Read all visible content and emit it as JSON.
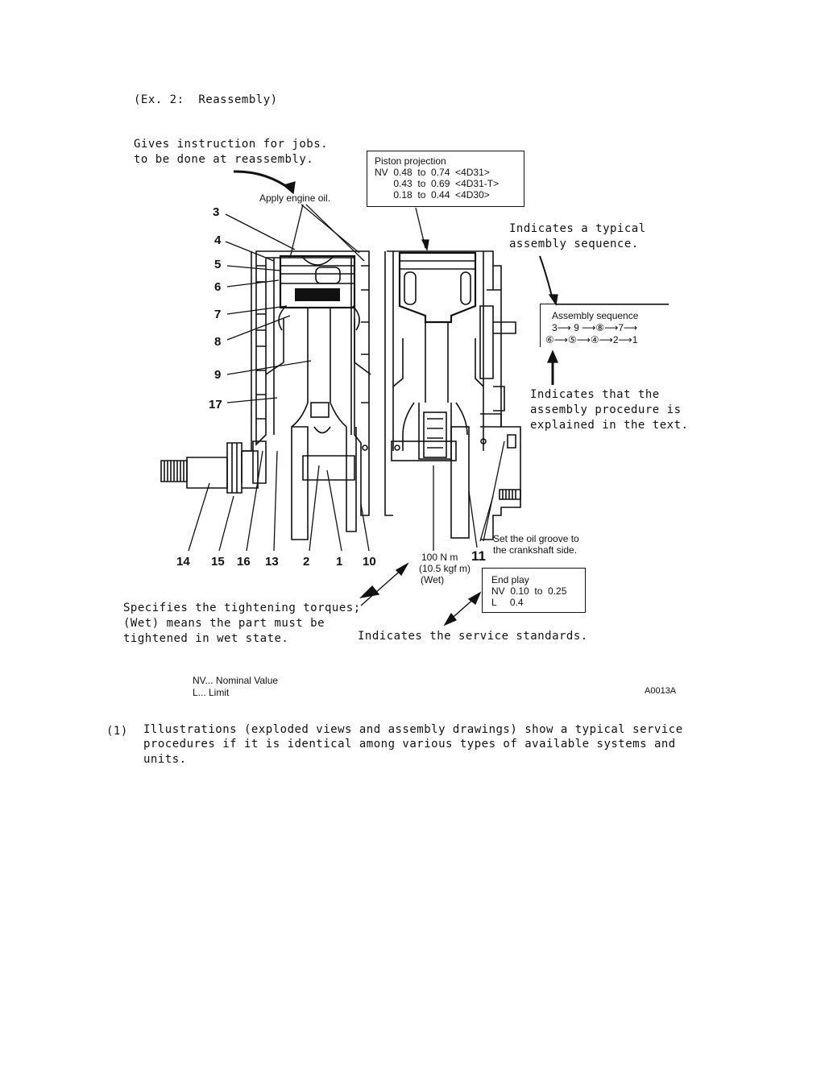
{
  "header": {
    "example_title": "(Ex. 2:  Reassembly)"
  },
  "annotations": {
    "instruction_line1": "Gives instruction for jobs.",
    "instruction_line2": "to be done at reassembly.",
    "apply_oil": "Apply engine oil.",
    "typical_line1": "Indicates a typical",
    "typical_line2": "assembly sequence.",
    "explained_line1": "Indicates that the",
    "explained_line2": "assembly procedure is",
    "explained_line3": "explained in the text.",
    "oil_groove_line1": "Set the oil groove to",
    "oil_groove_line2": "the crankshaft side.",
    "torque_value": "100 N m",
    "torque_kgf": "(10.5 kgf m)",
    "torque_wet": "(Wet)",
    "torque_line1": "Specifies the tightening torques;",
    "torque_line2": "(Wet) means the part must be",
    "torque_line3": "tightened in wet state.",
    "service_standards": "Indicates the service standards."
  },
  "piston_projection": {
    "title": "Piston projection",
    "row1": "NV  0.48  to  0.74  <4D31>",
    "row2": "       0.43  to  0.69  <4D31-T>",
    "row3": "       0.18  to  0.44  <4D30>"
  },
  "assembly_sequence": {
    "title": "Assembly sequence",
    "row1": "3⟶ 9 ⟶⑧⟶7⟶",
    "row2": "⑥⟶⑤⟶④⟶2⟶1"
  },
  "end_play": {
    "title": "End play",
    "nv": "NV  0.10  to  0.25",
    "limit": "L     0.4"
  },
  "part_numbers_left": [
    "3",
    "4",
    "5",
    "6",
    "7",
    "8",
    "9",
    "17"
  ],
  "part_numbers_bottom": [
    "14",
    "15",
    "16",
    "13",
    "2",
    "1",
    "10"
  ],
  "part_number_11": "11",
  "legend": {
    "nv": "NV... Nominal Value",
    "limit": "L... Limit"
  },
  "figure_code": "A0013A",
  "footnote": {
    "number": "(1)",
    "line1": "Illustrations (exploded views and assembly drawings) show a typical service",
    "line2": "procedures if it is identical among various types of available systems and",
    "line3": "units."
  }
}
